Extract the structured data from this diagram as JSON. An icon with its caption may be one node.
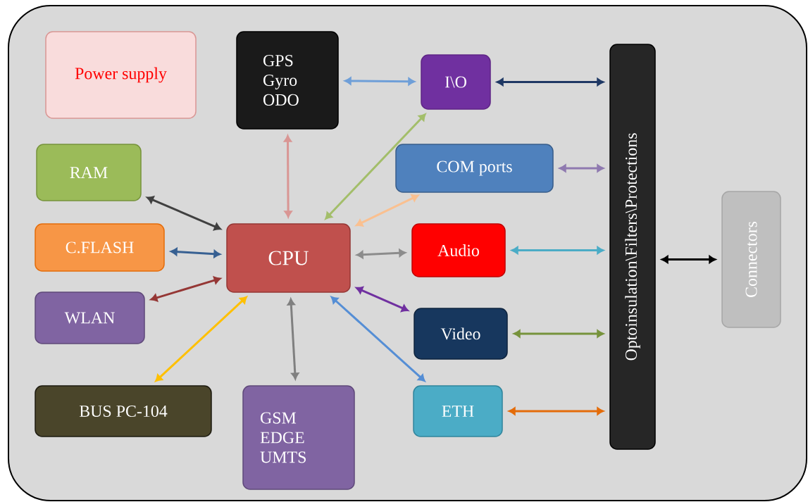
{
  "diagram": {
    "nodes": [
      {
        "text": [
          "Power supply"
        ]
      },
      {
        "text": [
          "GPS Gyro ODO"
        ]
      },
      {
        "text": [
          "I\\O"
        ]
      },
      {
        "text": [
          "RAM"
        ]
      },
      {
        "text": [
          "COM ports"
        ]
      },
      {
        "text": [
          "C.FLASH"
        ]
      },
      {
        "text": [
          "CPU"
        ]
      },
      {
        "text": [
          "Audio"
        ]
      },
      {
        "text": [
          "WLAN"
        ]
      },
      {
        "text": [
          "Video"
        ]
      },
      {
        "text": [
          "BUS PC-104"
        ]
      },
      {
        "text": [
          "GSM EDGE UMTS"
        ]
      },
      {
        "text": [
          "ETH"
        ]
      },
      {
        "text": [
          "Optoinsulation\\Filters\\Protections"
        ]
      },
      {
        "text": [
          "Connectors"
        ]
      }
    ],
    "edges": [
      {
        "from": 1,
        "to": 2,
        "arrow": "both",
        "color": "#6f9fd8"
      },
      {
        "from": 2,
        "to": 13,
        "arrow": "both",
        "color": "#1f3864"
      },
      {
        "from": 6,
        "to": 2,
        "arrow": "both",
        "color": "#a3be6a"
      },
      {
        "from": 6,
        "to": 1,
        "arrow": "both",
        "color": "#d99694"
      },
      {
        "from": 3,
        "to": 6,
        "arrow": "both",
        "color": "#404040"
      },
      {
        "from": 6,
        "to": 4,
        "arrow": "both",
        "color": "#fac090"
      },
      {
        "from": 4,
        "to": 13,
        "arrow": "both",
        "color": "#8f7ab0"
      },
      {
        "from": 5,
        "to": 6,
        "arrow": "both",
        "color": "#376092"
      },
      {
        "from": 6,
        "to": 7,
        "arrow": "both",
        "color": "#8c8c8c"
      },
      {
        "from": 7,
        "to": 13,
        "arrow": "both",
        "color": "#4bacc6"
      },
      {
        "from": 8,
        "to": 6,
        "arrow": "both",
        "color": "#953735"
      },
      {
        "from": 6,
        "to": 9,
        "arrow": "both",
        "color": "#7030a0"
      },
      {
        "from": 9,
        "to": 13,
        "arrow": "both",
        "color": "#77933c"
      },
      {
        "from": 10,
        "to": 6,
        "arrow": "both",
        "color": "#ffc000"
      },
      {
        "from": 6,
        "to": 11,
        "arrow": "both",
        "color": "#808080"
      },
      {
        "from": 6,
        "to": 12,
        "arrow": "both",
        "color": "#558ed5"
      },
      {
        "from": 12,
        "to": 13,
        "arrow": "both",
        "color": "#e46c0a"
      },
      {
        "from": 13,
        "to": 14,
        "arrow": "both",
        "color": "#000000"
      }
    ]
  }
}
